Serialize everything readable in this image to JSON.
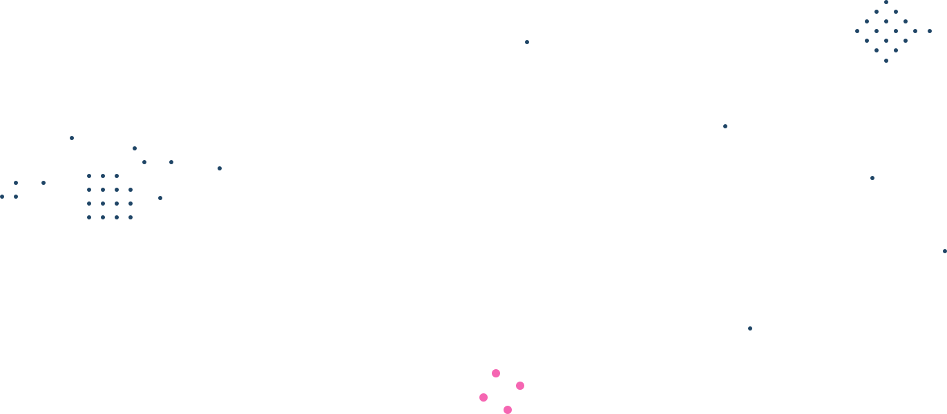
{
  "colors": {
    "background": "#ffffff",
    "navy_dot": "#1f4566",
    "pink_dot": "#f566b2"
  },
  "decorations": {
    "left_cluster": {
      "icon": "dot-grid-pattern"
    },
    "top_right_cluster": {
      "icon": "dot-diamond-pattern"
    },
    "bottom_cluster": {
      "icon": "pink-dot-cluster"
    },
    "scattered_dots": {
      "icon": "scattered-dot"
    }
  }
}
